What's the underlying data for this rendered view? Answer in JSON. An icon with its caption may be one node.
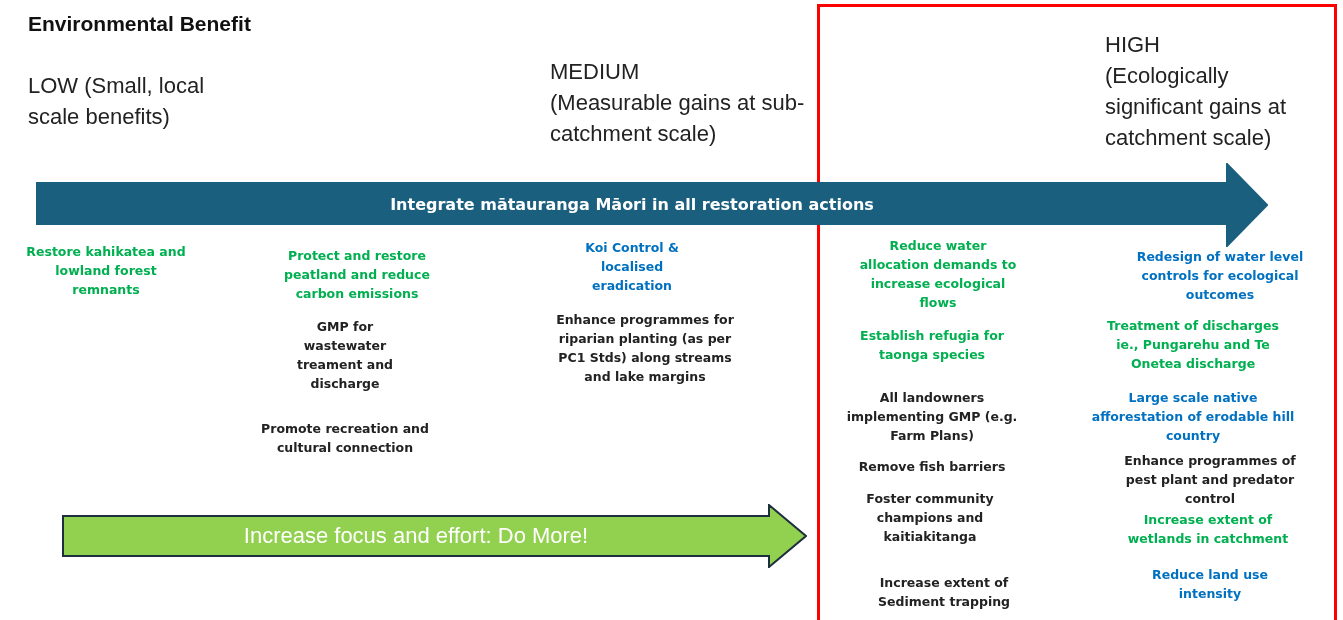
{
  "diagram": {
    "title": "Environmental Benefit",
    "nodes": [
      {
        "text": [
          "Integrate mātauranga Māori in  all restoration actions"
        ]
      },
      {
        "text": [
          "Increase focus and effort: Do More!"
        ]
      }
    ],
    "edges": [],
    "labels": [
      "LOW (Small, local scale benefits)",
      "MEDIUM",
      "(Measurable gains at sub-catchment scale)",
      "HIGH",
      "(Ecologically significant gains at catchment scale)",
      "Restore kahikatea and lowland forest remnants",
      "Protect and restore peatland and reduce carbon emissions",
      "Koi Control & localised eradication",
      "Reduce water allocation demands to increase ecological flows",
      "Redesign of water level controls for ecological outcomes",
      "GMP for wastewater treament and discharge",
      "Enhance programmes for riparian planting (as per PC1 Stds) along streams and lake margins",
      "Establish refugia for taonga species",
      "Treatment of discharges ie., Pungarehu and Te Onetea discharge",
      "All landowners implementing GMP (e.g. Farm Plans)",
      "Large scale native afforestation of erodable hill country",
      "Promote recreation and cultural connection",
      "Remove fish barriers",
      "Enhance programmes of pest plant and predator control",
      "Foster community champions and kaitiakitanga",
      "Increase extent of wetlands in catchment",
      "Increase extent of Sediment trapping",
      "Reduce land use intensity"
    ]
  }
}
